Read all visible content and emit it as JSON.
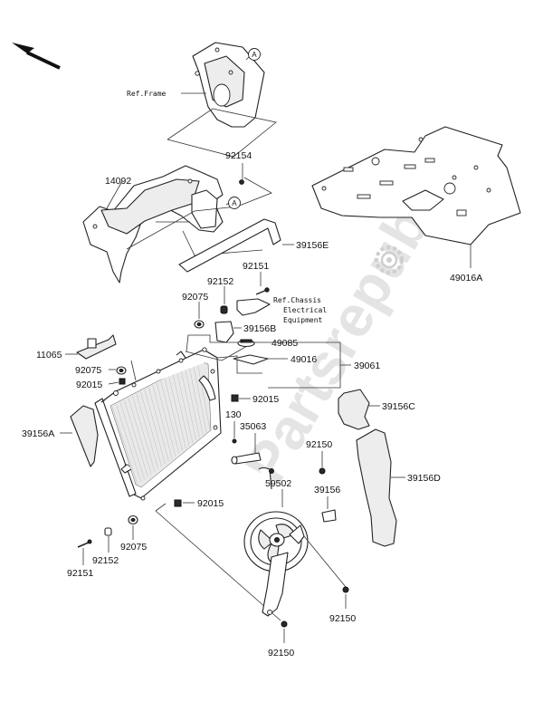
{
  "watermark": "Partsrepublik",
  "callouts": {
    "a1": "A",
    "a2": "A"
  },
  "refs": {
    "frame": "Ref.Frame",
    "chassis_line1": "Ref.Chassis",
    "chassis_line2": "Electrical",
    "chassis_line3": "Equipment"
  },
  "parts": {
    "p92154": "92154",
    "p14092": "14092",
    "p39156E": "39156E",
    "p49016A": "49016A",
    "p92151_top": "92151",
    "p92152_top": "92152",
    "p92075_top": "92075",
    "p39156B": "39156B",
    "p11065": "11065",
    "p49085": "49085",
    "p49016": "49016",
    "p39061": "39061",
    "p92075_mid": "92075",
    "p92015_left": "92015",
    "p92015_right": "92015",
    "p39156C": "39156C",
    "p39156A": "39156A",
    "p130": "130",
    "p35063": "35063",
    "p92150_top": "92150",
    "p59502": "59502",
    "p39156": "39156",
    "p39156D": "39156D",
    "p92015_bottom": "92015",
    "p92075_bottom": "92075",
    "p92152_bottom": "92152",
    "p92151_bottom": "92151",
    "p92150_mid": "92150",
    "p92150_bottom": "92150"
  }
}
